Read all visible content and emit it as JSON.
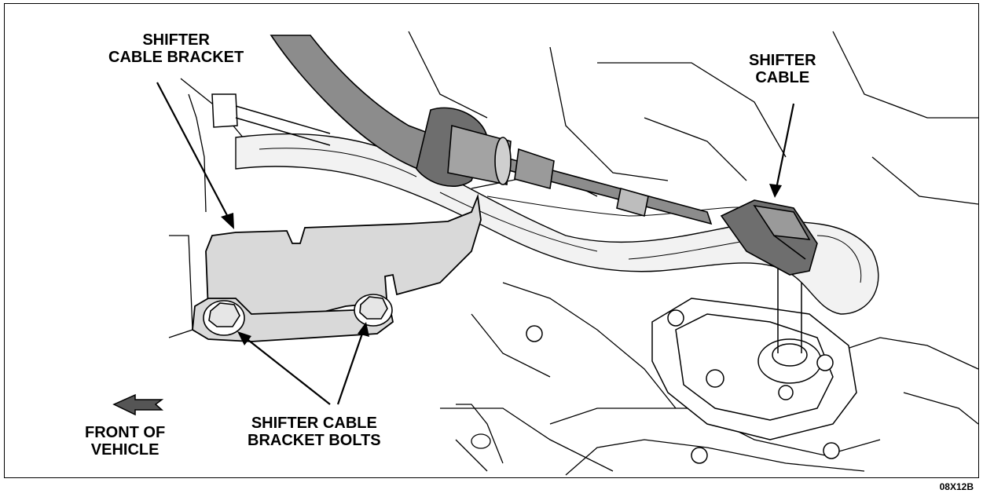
{
  "labels": {
    "shifter_cable_bracket": [
      "SHIFTER",
      "CABLE BRACKET"
    ],
    "shifter_cable": [
      "SHIFTER",
      "CABLE"
    ],
    "front_of_vehicle": [
      "FRONT  OF",
      "VEHICLE"
    ],
    "bracket_bolts": [
      "SHIFTER  CABLE",
      "BRACKET BOLTS"
    ]
  },
  "figure_code": "08X12B",
  "colors": {
    "line": "#000000",
    "bracket_fill": "#d9d9d9",
    "cable_fill": "#8c8c8c",
    "boot_fill": "#6e6e6e",
    "harness_fill": "#f2f2f2"
  }
}
